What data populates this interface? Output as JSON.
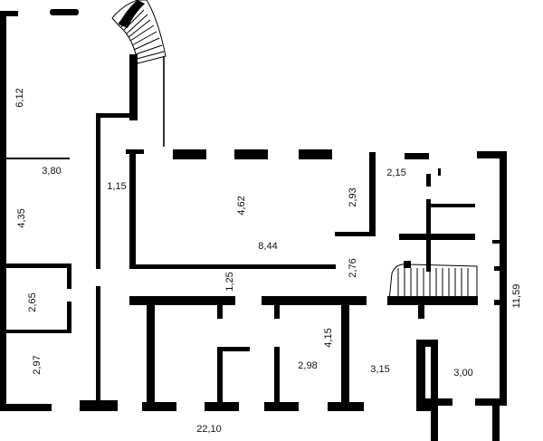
{
  "floor_plan": {
    "dimensions": {
      "left_top_height": "6,12",
      "left_room_width": "3,80",
      "left_mid_height": "4,35",
      "left_small_height": "2,65",
      "left_bottom_height": "2,97",
      "corridor_width": "1,15",
      "hall_depth": "4,62",
      "hall_length": "8,44",
      "hall_side": "2,93",
      "stair_room_width": "2,15",
      "corridor_height": "1,25",
      "right_step": "2,76",
      "room_depth": "4,15",
      "room_width_a": "2,98",
      "room_width_b": "3,15",
      "room_width_c": "3,00",
      "total_height": "11,59",
      "total_width": "22,10"
    },
    "colors": {
      "wall": "#000000",
      "background": "#ffffff"
    }
  }
}
